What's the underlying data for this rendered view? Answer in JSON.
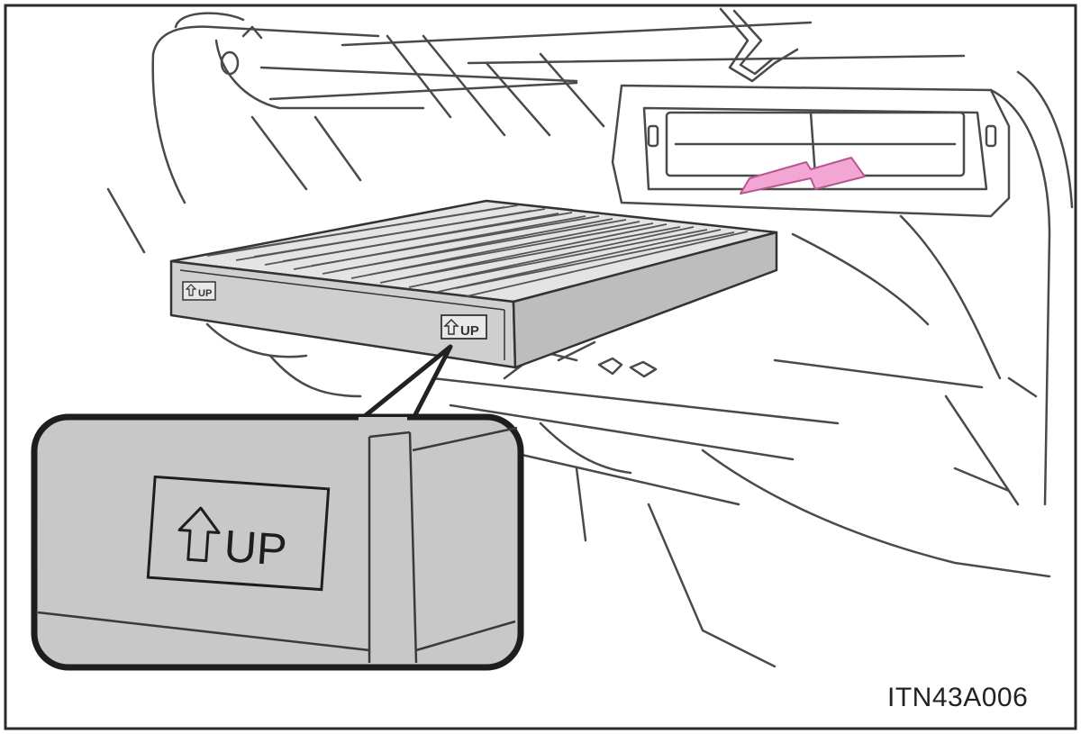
{
  "figure": {
    "code": "ITN43A006",
    "filter_label_small": "UP",
    "callout_label": "UP"
  },
  "icons": {
    "label_arrow": "up-arrow-icon",
    "insertion_arrow": "insert-arrow-icon"
  },
  "colors": {
    "line": "#3a3a3a",
    "filter_body": "#cfcfcf",
    "filter_top": "#e4e4e4",
    "callout_fill": "#c8c8c8",
    "arrow_fill": "#f2a6d4",
    "arrow_stroke": "#b8578f"
  }
}
